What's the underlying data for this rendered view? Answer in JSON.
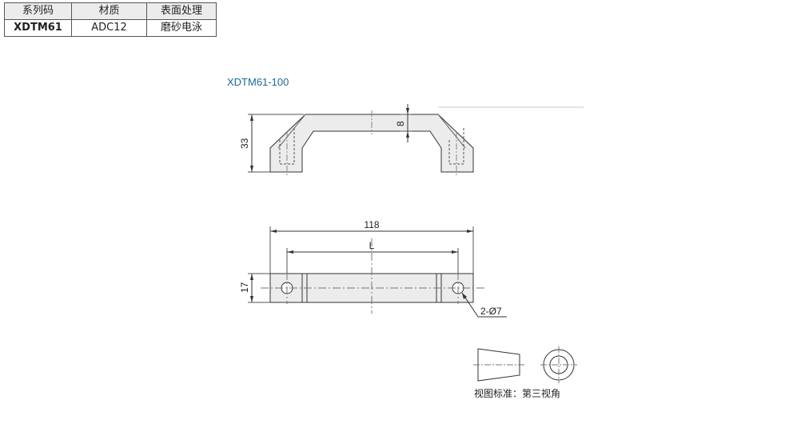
{
  "spec_table": {
    "headers": [
      "系列码",
      "材质",
      "表面处理"
    ],
    "row": [
      "XDTM61",
      "ADC12",
      "磨砂电泳"
    ]
  },
  "drawing": {
    "model": "XDTM61-100",
    "dim_height": "33",
    "dim_thickness": "8",
    "dim_total_length": "118",
    "dim_pitch": "L",
    "dim_width": "17",
    "dim_hole": "2-Ø7",
    "projection_note": "视图标准：第三视角"
  }
}
